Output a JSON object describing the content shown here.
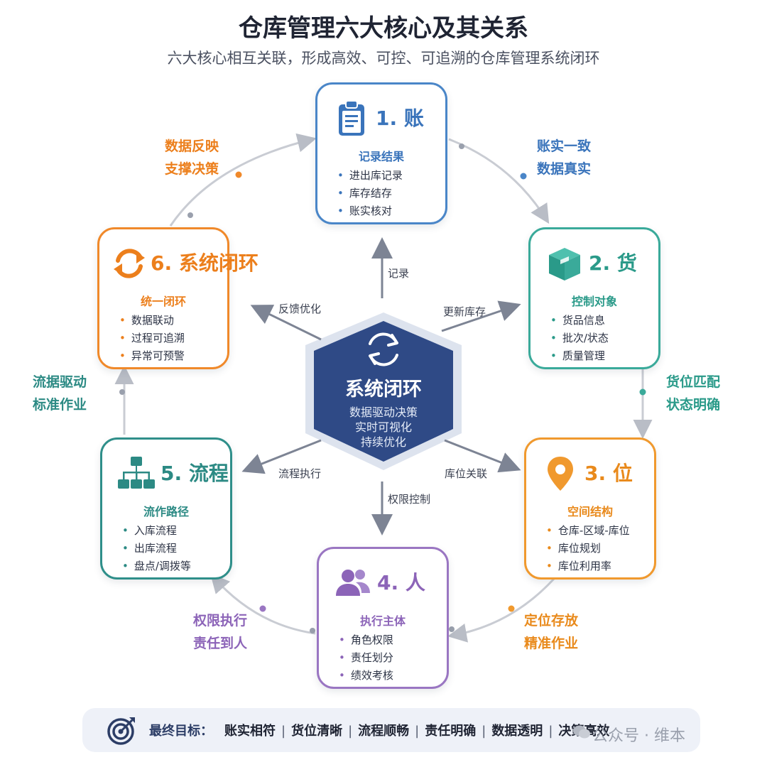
{
  "header": {
    "title": "仓库管理六大核心及其关系",
    "subtitle": "六大核心相互关联，形成高效、可控、可追溯的仓库管理系统闭环"
  },
  "center": {
    "title": "系统闭环",
    "lines": [
      "数据驱动决策",
      "实时可视化",
      "持续优化"
    ],
    "icon": "cycle-arrows-icon"
  },
  "cards": {
    "ledger": {
      "title": "1. 账",
      "subtitle": "记录结果",
      "items": [
        "进出库记录",
        "库存结存",
        "账实核对"
      ],
      "icon": "clipboard-icon",
      "color": "#4a86c8"
    },
    "goods": {
      "title": "2. 货",
      "subtitle": "控制对象",
      "items": [
        "货品信息",
        "批次/状态",
        "质量管理"
      ],
      "icon": "box-icon",
      "color": "#3aaa9a"
    },
    "location": {
      "title": "3. 位",
      "subtitle": "空间结构",
      "items": [
        "仓库-区域-库位",
        "库位规划",
        "库位利用率"
      ],
      "icon": "map-pin-icon",
      "color": "#f0992e"
    },
    "people": {
      "title": "4. 人",
      "subtitle": "执行主体",
      "items": [
        "角色权限",
        "责任划分",
        "绩效考核"
      ],
      "icon": "users-icon",
      "color": "#9a76c2"
    },
    "process": {
      "title": "5. 流程",
      "subtitle": "流作路径",
      "items": [
        "入库流程",
        "出库流程",
        "盘点/调拨等"
      ],
      "icon": "hierarchy-icon",
      "color": "#2f8f8a"
    },
    "loop": {
      "title": "6. 系统闭环",
      "subtitle": "统一闭环",
      "items": [
        "数据联动",
        "过程可追溯",
        "异常可预警"
      ],
      "icon": "refresh-icon",
      "color": "#f0892a"
    }
  },
  "arrow_labels": {
    "up": "记录",
    "upper_right": "更新库存",
    "lower_right": "库位关联",
    "down": "权限控制",
    "lower_left": "流程执行",
    "upper_left": "反馈优化"
  },
  "relations": {
    "ledger_goods": [
      "账实一致",
      "数据真实"
    ],
    "goods_location": [
      "货位匹配",
      "状态明确"
    ],
    "location_people": [
      "定位存放",
      "精准作业"
    ],
    "people_process": [
      "权限执行",
      "责任到人"
    ],
    "process_loop": [
      "流据驱动",
      "标准作业"
    ],
    "loop_ledger": [
      "数据反映",
      "支撑决策"
    ]
  },
  "footer": {
    "label": "最终目标：",
    "items": [
      "账实相符",
      "货位清晰",
      "流程顺畅",
      "责任明确",
      "数据透明",
      "决策高效"
    ],
    "icon": "target-icon"
  },
  "watermark": "公众号 · 维本",
  "colors": {
    "navy": "#2f4a86",
    "blue": "#4a86c8",
    "teal": "#3aaa9a",
    "orange": "#f0992e",
    "purple": "#9a76c2",
    "dark_teal": "#2f8f8a"
  }
}
